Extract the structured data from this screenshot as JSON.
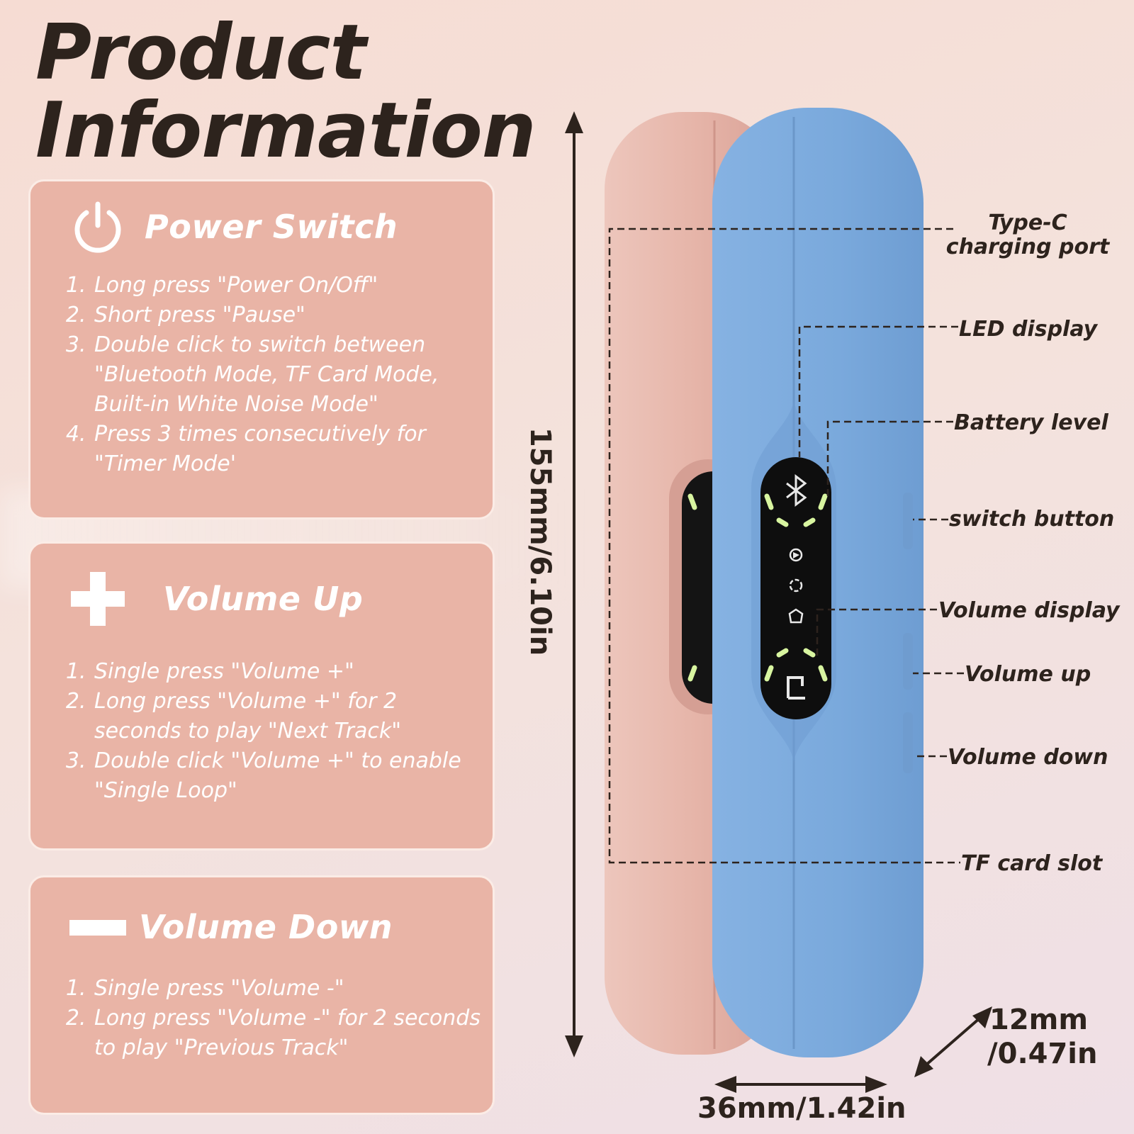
{
  "title": {
    "line1": "Product",
    "line2": "Information"
  },
  "cards": {
    "power": {
      "heading": "Power Switch",
      "steps": [
        "Long press \"Power On/Off\"",
        "Short press \"Pause\"",
        "Double click to switch between \"Bluetooth Mode, TF Card Mode, Built-in White Noise Mode\"",
        "Press 3 times consecutively for \"Timer Mode'"
      ]
    },
    "volume_up": {
      "heading": "Volume Up",
      "steps": [
        "Single press \"Volume +\"",
        "Long press \"Volume +\" for 2 seconds to play \"Next Track\"",
        "Double click \"Volume +\" to enable \"Single Loop\""
      ]
    },
    "volume_down": {
      "heading": "Volume Down",
      "steps": [
        "Single press \"Volume -\"",
        "Long press \"Volume -\" for 2 seconds to play \"Previous Track\""
      ]
    }
  },
  "callouts": {
    "type_c_line1": "Type-C",
    "type_c_line2": "charging port",
    "led_display": "LED display",
    "battery_level": "Battery level",
    "switch_button": "switch button",
    "volume_display": "Volume display",
    "volume_up": "Volume up",
    "volume_down": "Volume down",
    "tf_card_slot": "TF card slot"
  },
  "dimensions": {
    "height": "155mm/6.10in",
    "width": "36mm/1.42in",
    "depth_line1": "12mm",
    "depth_line2": "/0.47in"
  },
  "colors": {
    "card_bg": "#e9b4a6",
    "device_blue": "#7facde",
    "device_pink": "#e7b8ae",
    "led_green": "#d8f5a0",
    "text_dark": "#2d231d"
  },
  "icons": [
    "power-icon",
    "plus-icon",
    "minus-icon",
    "bluetooth-icon",
    "play-mode-icon",
    "tf-card-icon",
    "white-noise-icon",
    "timer-icon"
  ]
}
